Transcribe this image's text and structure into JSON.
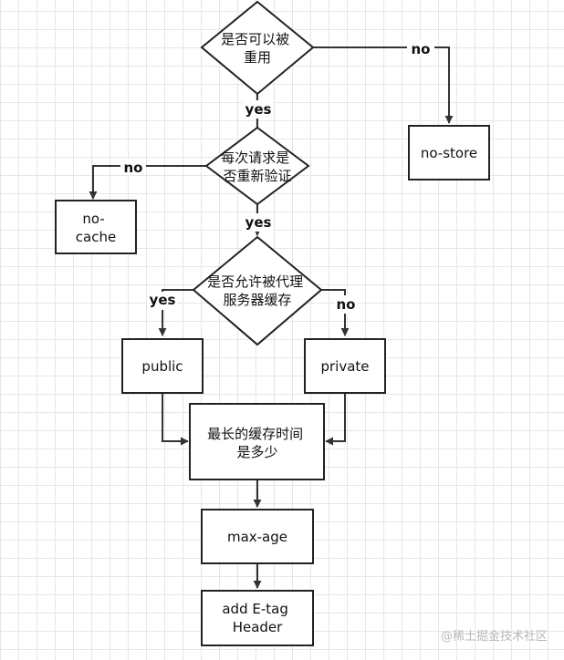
{
  "nodes": {
    "reuse": {
      "lines": [
        "是否可以被",
        "重用"
      ]
    },
    "revalidate": {
      "lines": [
        "每次请求是",
        "否重新验证"
      ]
    },
    "proxy": {
      "lines": [
        "是否允许被代理",
        "服务器缓存"
      ]
    },
    "nostore": {
      "lines": [
        "no-store"
      ]
    },
    "nocache": {
      "lines": [
        "no-",
        "cache"
      ]
    },
    "public": {
      "lines": [
        "public"
      ]
    },
    "private": {
      "lines": [
        "private"
      ]
    },
    "maxtime": {
      "lines": [
        "最长的缓存时间",
        "是多少"
      ]
    },
    "maxage": {
      "lines": [
        "max-age"
      ]
    },
    "etag": {
      "lines": [
        "add E-tag",
        "Header"
      ]
    }
  },
  "edges": {
    "reuse_no": "no",
    "reuse_yes": "yes",
    "revalidate_no": "no",
    "revalidate_yes": "yes",
    "proxy_yes": "yes",
    "proxy_no": "no"
  },
  "watermark": "@稀土掘金技术社区"
}
